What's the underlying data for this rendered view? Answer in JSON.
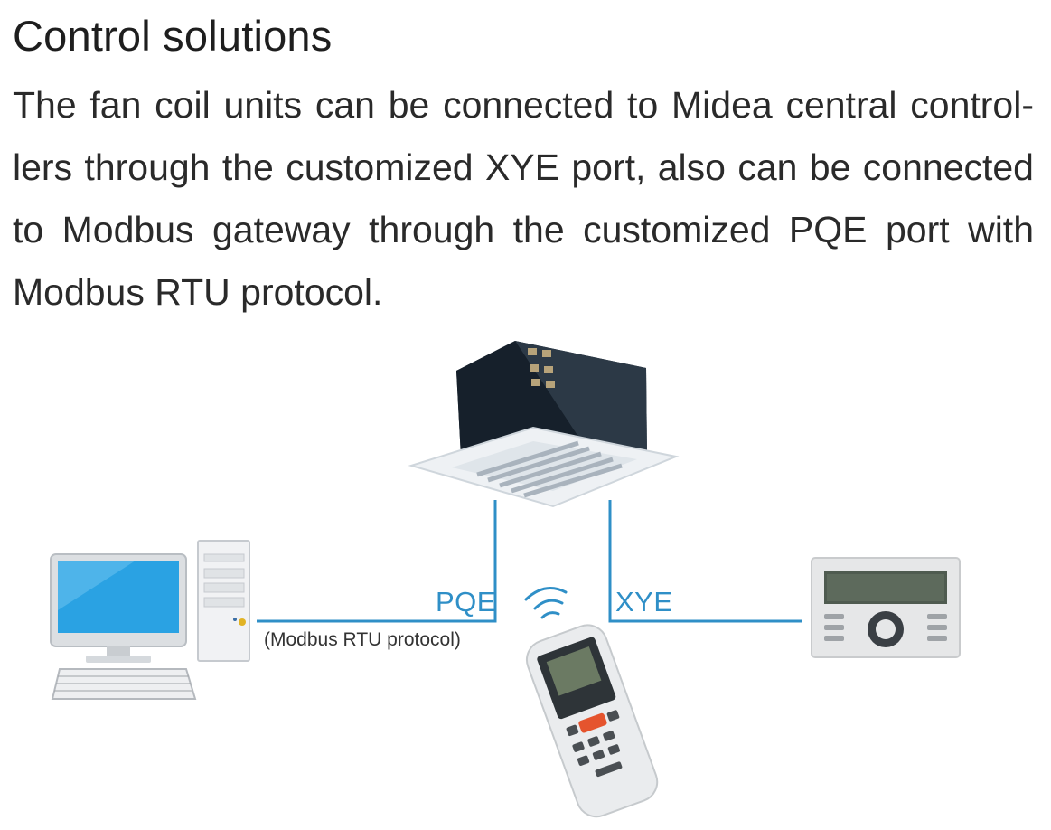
{
  "heading": "Control solutions",
  "paragraph": "The fan coil units can be connected to Midea central control-lers through the customized XYE port, also can be connected to Modbus gateway through the customized PQE port with Modbus RTU protocol.",
  "diagram": {
    "pqe_label": "PQE",
    "xye_label": "XYE",
    "protocol_label": "(Modbus RTU protocol)",
    "line_color": "#2f8fc7",
    "icons": [
      "cassette-fan-coil-unit-icon",
      "desktop-computer-icon",
      "wireless-signal-icon",
      "remote-controller-icon",
      "wired-controller-icon"
    ]
  }
}
